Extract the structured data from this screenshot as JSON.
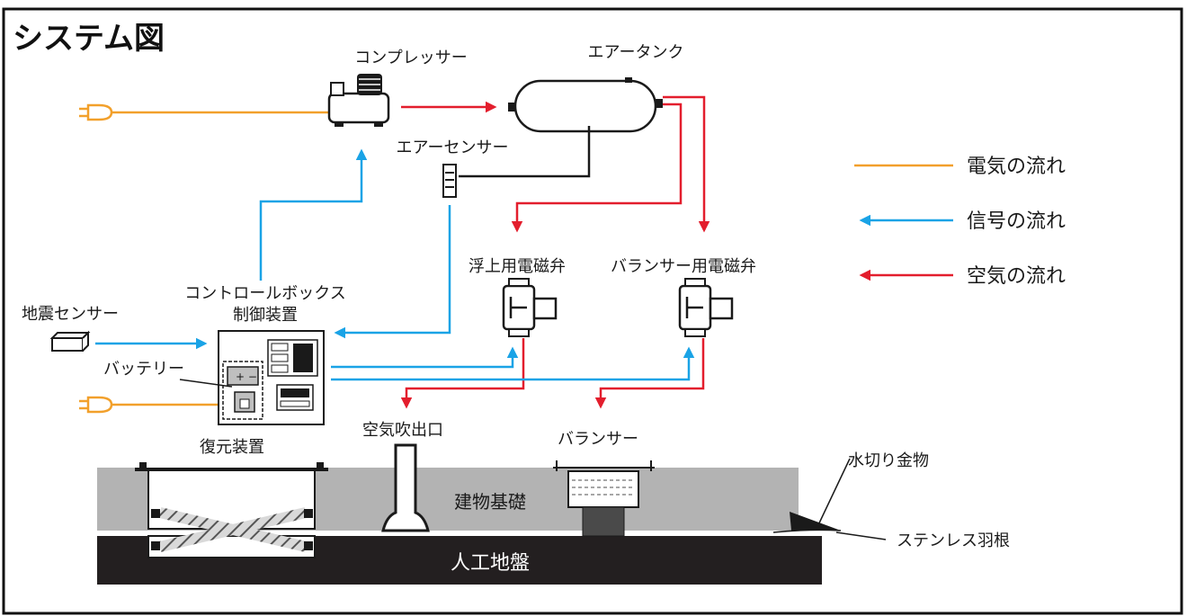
{
  "title": "システム図",
  "colors": {
    "electric": "#f2a02b",
    "signal": "#1aa3e6",
    "air": "#e31e2d",
    "foundation": "#b3b3b3",
    "ground": "#231f20",
    "line": "#1a1a1a"
  },
  "labels": {
    "compressor": "コンプレッサー",
    "air_tank": "エアータンク",
    "air_sensor": "エアーセンサー",
    "float_valve": "浮上用電磁弁",
    "balancer_valve": "バランサー用電磁弁",
    "control_box_line1": "コントロールボックス",
    "control_box_line2": "制御装置",
    "quake_sensor": "地震センサー",
    "battery": "バッテリー",
    "restorer": "復元装置",
    "air_outlet": "空気吹出口",
    "balancer": "バランサー",
    "foundation": "建物基礎",
    "artificial_ground": "人工地盤",
    "drip_fitting": "水切り金物",
    "stainless_blade": "ステンレス羽根"
  },
  "legend": [
    {
      "key": "electric",
      "label": "電気の流れ",
      "icon": "orange-line"
    },
    {
      "key": "signal",
      "label": "信号の流れ",
      "icon": "blue-arrow"
    },
    {
      "key": "air",
      "label": "空気の流れ",
      "icon": "red-arrow"
    }
  ],
  "icons": {
    "plug": "electric-plug-icon",
    "compressor": "compressor-icon",
    "tank": "air-tank-icon",
    "sensor": "air-sensor-icon",
    "valve": "solenoid-valve-icon",
    "control_box": "control-box-icon",
    "quake_sensor": "quake-sensor-icon"
  }
}
